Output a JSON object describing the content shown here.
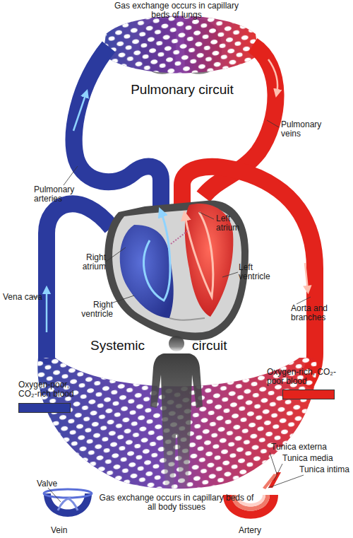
{
  "diagram": {
    "labels": [
      "Gas exchange occurs in capillary beds of lungs",
      "Pulmonary circuit",
      "Pulmonary veins",
      "Pulmonary arteries",
      "Left atrium",
      "Left ventricle",
      "Right atrium",
      "Right ventricle",
      "Vena cava",
      "Aorta and branches",
      "Systemic",
      "circuit",
      "Tunica externa",
      "Tunica media",
      "Tunica intima",
      "Valve",
      "Vein",
      "Artery",
      "Gas exchange occurs in capillary beds of all body tissues"
    ],
    "legend": [
      {
        "text": "Oxygen-poor, CO₂-rich blood",
        "color": "#2b3a9e"
      },
      {
        "text": "Oxygen-rich, CO₂-poor blood",
        "color": "#e3231c"
      }
    ]
  }
}
